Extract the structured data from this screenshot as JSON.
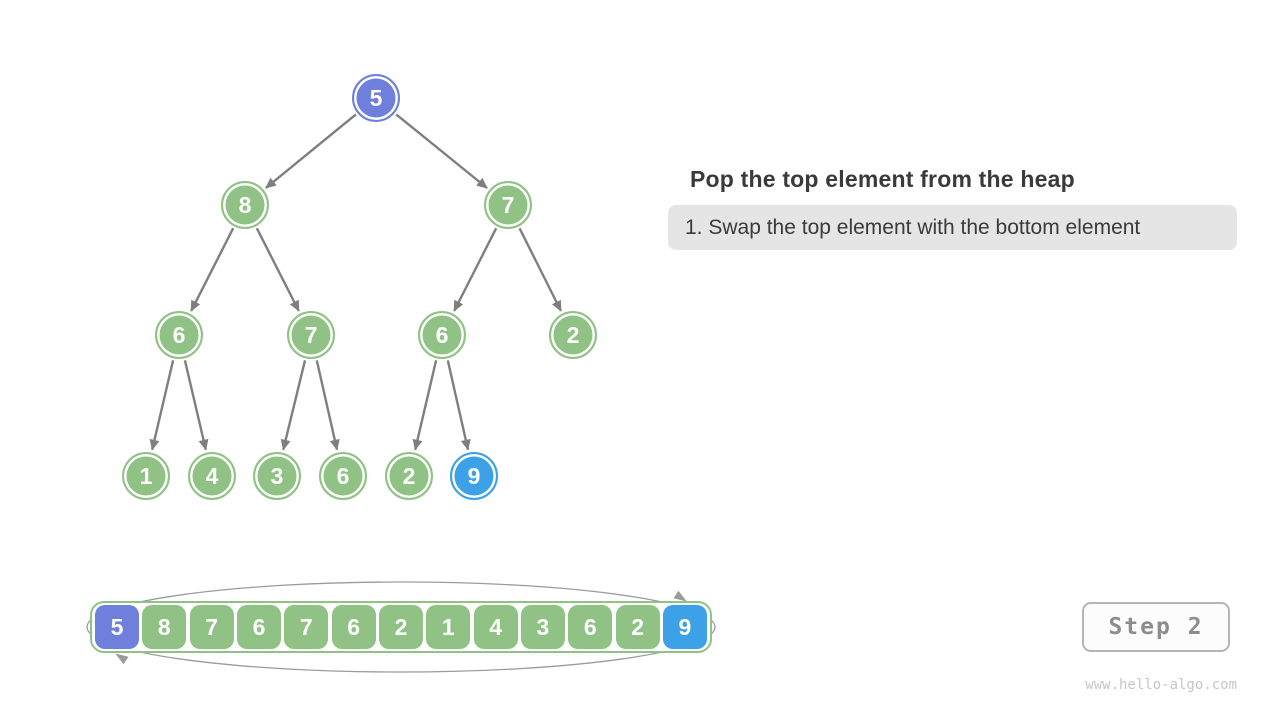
{
  "colors": {
    "node-green": "#8fc284",
    "node-purple": "#6e7fdc",
    "node-blue": "#3da1e8",
    "edge-gray": "#7f7f7f",
    "ellipse-gray": "#9b9b9b",
    "instruction-bg": "#e5e5e5",
    "text-dark": "#3a3a3a",
    "step-border": "#b5b5b5",
    "step-bg": "#fcfcfc",
    "step-text": "#8d8d8d",
    "watermark-gray": "#c6c6c6"
  },
  "panel": {
    "title": "Pop the top element from the heap",
    "instruction": "1. Swap the top element with the bottom element"
  },
  "tree": {
    "nodes": [
      {
        "value": "5",
        "role": "top"
      },
      {
        "value": "8",
        "role": "normal"
      },
      {
        "value": "7",
        "role": "normal"
      },
      {
        "value": "6",
        "role": "normal"
      },
      {
        "value": "7",
        "role": "normal"
      },
      {
        "value": "6",
        "role": "normal"
      },
      {
        "value": "2",
        "role": "normal"
      },
      {
        "value": "1",
        "role": "normal"
      },
      {
        "value": "4",
        "role": "normal"
      },
      {
        "value": "3",
        "role": "normal"
      },
      {
        "value": "6",
        "role": "normal"
      },
      {
        "value": "2",
        "role": "normal"
      },
      {
        "value": "9",
        "role": "bottom"
      }
    ]
  },
  "array": {
    "values": [
      "5",
      "8",
      "7",
      "6",
      "7",
      "6",
      "2",
      "1",
      "4",
      "3",
      "6",
      "2",
      "9"
    ],
    "first_role": "top",
    "last_role": "bottom"
  },
  "step_badge": {
    "label": "Step 2"
  },
  "footer": {
    "watermark": "www.hello-algo.com"
  }
}
